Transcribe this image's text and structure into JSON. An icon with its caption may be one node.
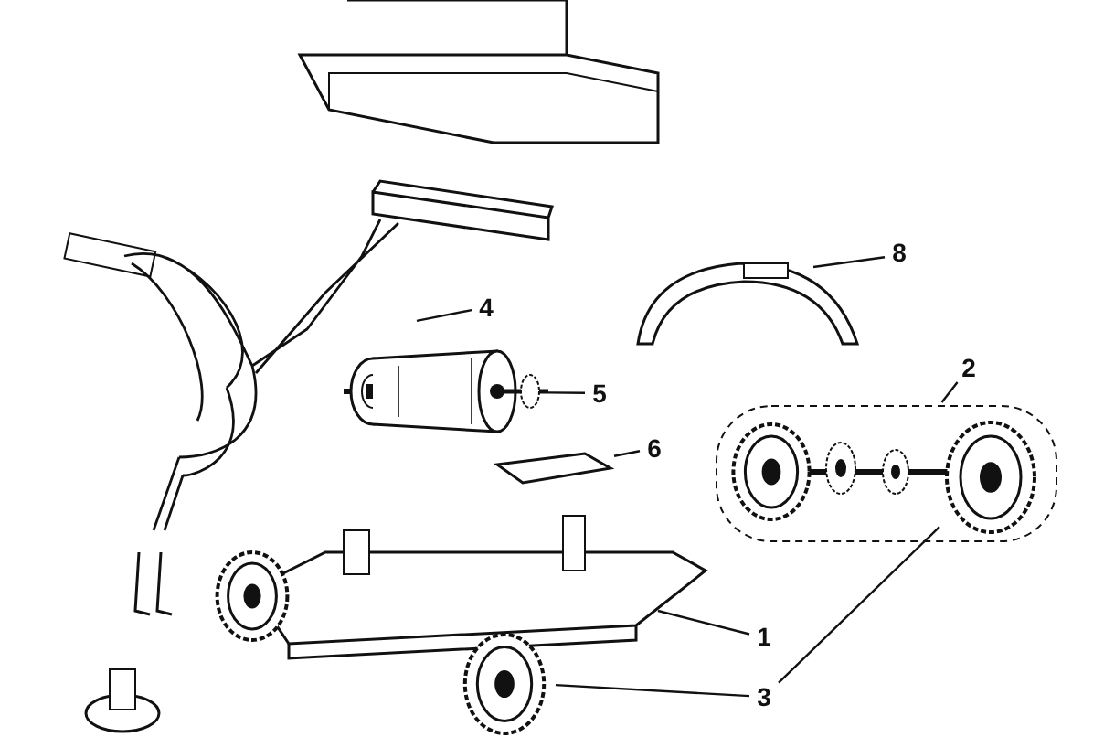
{
  "diagram": {
    "nodes": [
      {
        "text": [
          "8"
        ]
      },
      {
        "text": [],
        "shape": "picture"
      },
      {
        "text": [
          "4"
        ]
      },
      {
        "text": [],
        "shape": "picture"
      },
      {
        "text": [
          "5"
        ]
      },
      {
        "text": [],
        "shape": "picture"
      },
      {
        "text": [
          "2"
        ]
      },
      {
        "text": [],
        "shape": "picture"
      },
      {
        "text": [],
        "shape": "picture",
        "in": 7
      },
      {
        "text": [
          "6"
        ]
      },
      {
        "text": [],
        "shape": "picture"
      },
      {
        "text": [
          "1"
        ]
      },
      {
        "text": [],
        "shape": "picture"
      },
      {
        "text": [
          "3"
        ]
      },
      {
        "text": [],
        "shape": "picture"
      }
    ],
    "edges": [
      {
        "from": 0,
        "to": 1,
        "arrow": "none"
      },
      {
        "from": 2,
        "to": 3,
        "arrow": "none"
      },
      {
        "from": 4,
        "to": 5,
        "arrow": "none"
      },
      {
        "from": 6,
        "to": 7,
        "arrow": "none"
      },
      {
        "from": 9,
        "to": 10,
        "arrow": "none"
      },
      {
        "from": 11,
        "to": 12,
        "arrow": "none"
      },
      {
        "from": 13,
        "to": 14,
        "arrow": "none"
      },
      {
        "from": 13,
        "to": 8,
        "arrow": "none"
      }
    ]
  }
}
